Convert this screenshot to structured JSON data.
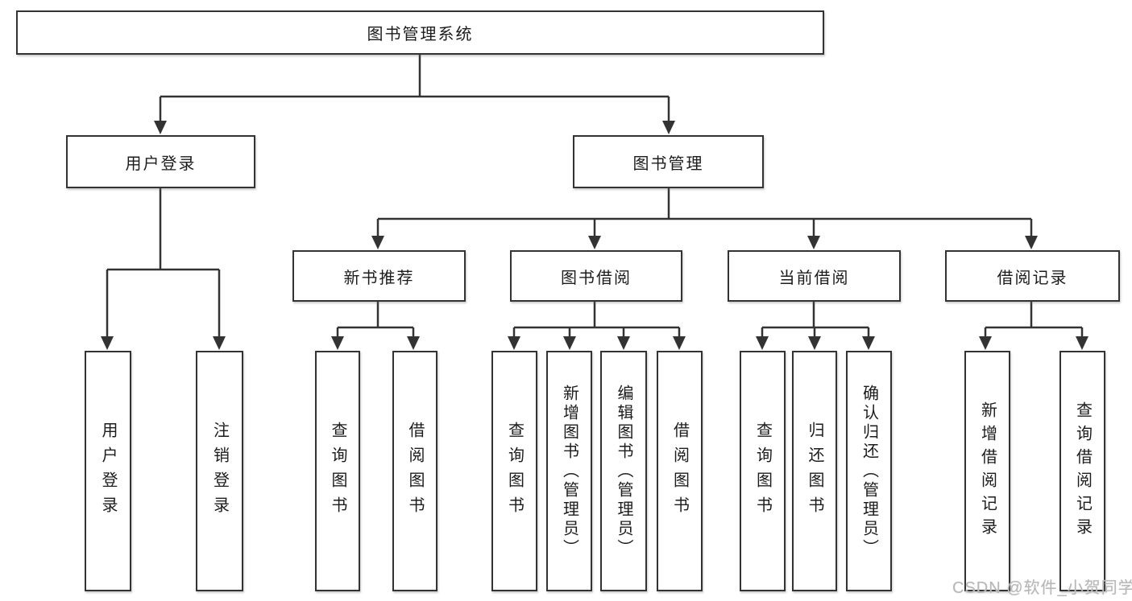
{
  "title": "图书管理系统",
  "tree": {
    "label": "图书管理系统",
    "children": [
      {
        "label": "用户登录",
        "children": [
          {
            "label": "用户登录"
          },
          {
            "label": "注销登录"
          }
        ]
      },
      {
        "label": "图书管理",
        "children": [
          {
            "label": "新书推荐",
            "children": [
              {
                "label": "查询图书"
              },
              {
                "label": "借阅图书"
              }
            ]
          },
          {
            "label": "图书借阅",
            "children": [
              {
                "label": "查询图书"
              },
              {
                "label": "新增图书（管理员）"
              },
              {
                "label": "编辑图书（管理员）"
              },
              {
                "label": "借阅图书"
              }
            ]
          },
          {
            "label": "当前借阅",
            "children": [
              {
                "label": "查询图书"
              },
              {
                "label": "归还图书"
              },
              {
                "label": "确认归还（管理员）"
              }
            ]
          },
          {
            "label": "借阅记录",
            "children": [
              {
                "label": "新增借阅记录"
              },
              {
                "label": "查询借阅记录"
              }
            ]
          }
        ]
      }
    ]
  },
  "watermark": "CSDN @软件_小贺同学",
  "colors": {
    "line": "#333333",
    "text": "#1c1c1c",
    "watermark": "#b7b7b7",
    "background": "#ffffff"
  }
}
